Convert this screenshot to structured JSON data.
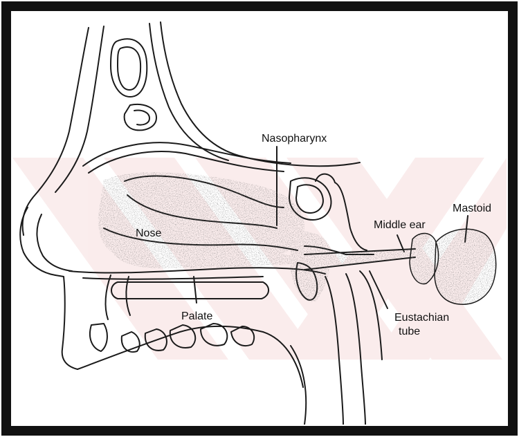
{
  "figure": {
    "labels": {
      "nasopharynx": "Nasopharynx",
      "mastoid": "Mastoid",
      "middle_ear": "Middle ear",
      "nose": "Nose",
      "palate": "Palate",
      "eustachian_tube_line1": "Eustachian",
      "eustachian_tube_line2": "tube"
    },
    "colors": {
      "frame": "#111111",
      "watermark": "#f6dede",
      "ink": "#1a1a1a",
      "stipple": "#555555",
      "background": "#ffffff"
    }
  }
}
